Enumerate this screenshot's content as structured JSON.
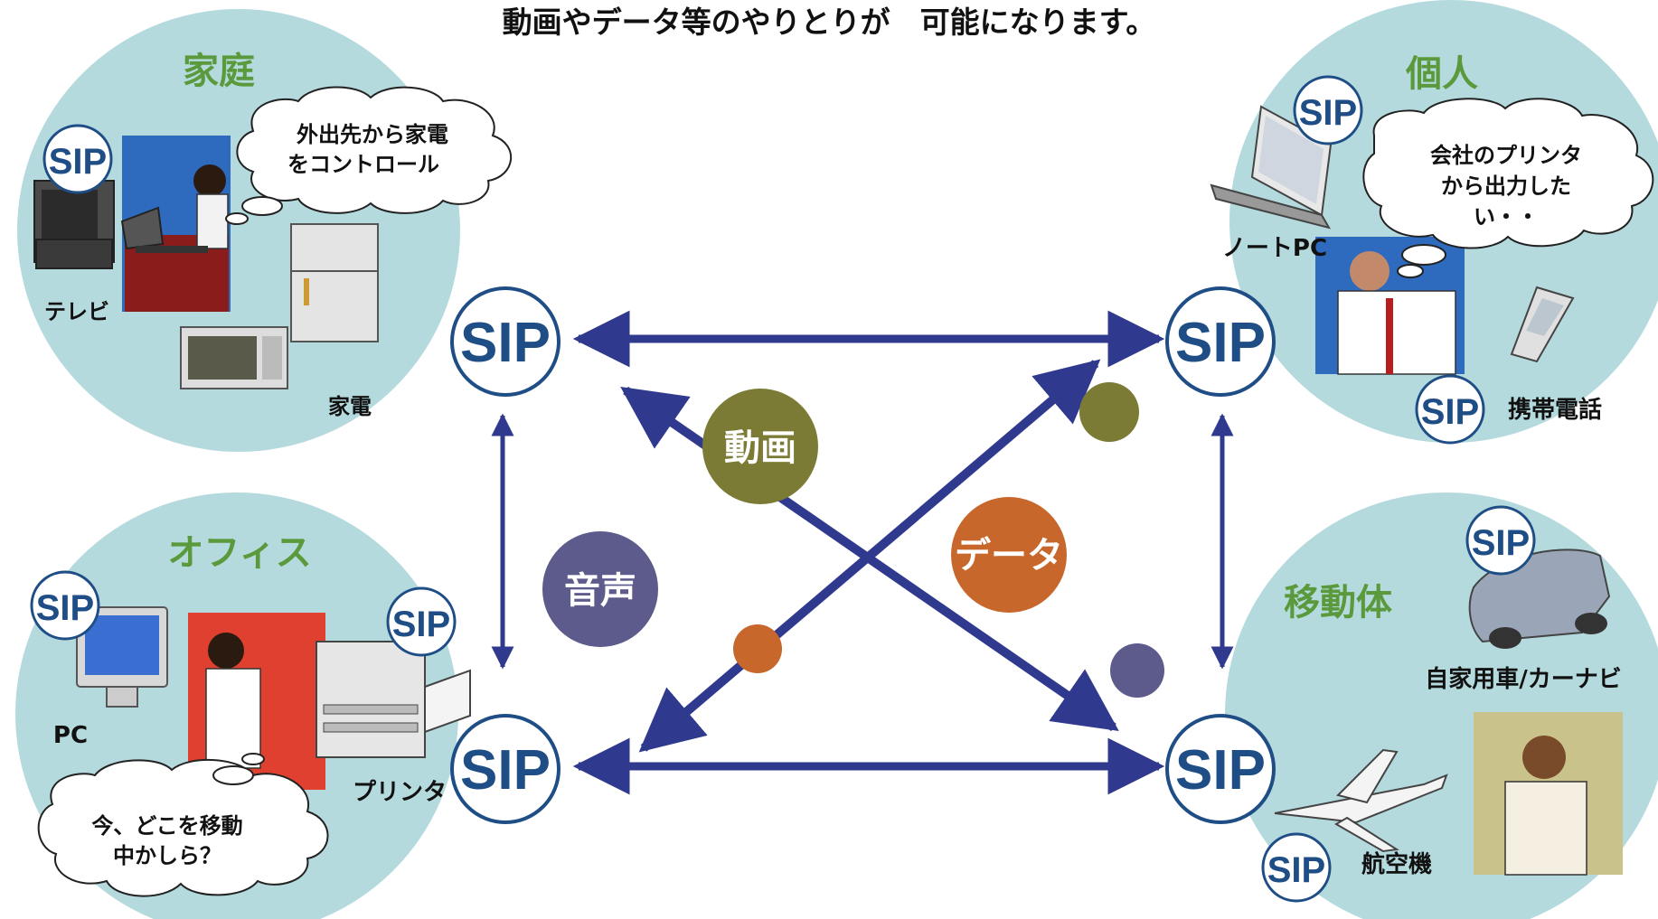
{
  "title": "動画やデータ等のやりとりが　可能になります。",
  "sip_label": "SIP",
  "groups": {
    "home": "家庭",
    "office": "オフィス",
    "personal": "個人",
    "mobile": "移動体"
  },
  "devices": {
    "tv": "テレビ",
    "appliance": "家電",
    "pc": "PC",
    "printer": "プリンタ",
    "notebook": "ノートPC",
    "mobile_phone": "携帯電話",
    "car": "自家用車/カーナビ",
    "airplane": "航空機"
  },
  "bubbles": {
    "home_line1": "外出先から家電",
    "home_line2": "をコントロール",
    "office_line1": "今、どこを移動",
    "office_line2": "中かしら？",
    "personal_line1": "会社のプリンタ",
    "personal_line2": "から出力した",
    "personal_line3": "い・・"
  },
  "media": {
    "video": "動画",
    "voice": "音声",
    "data": "データ"
  },
  "colors": {
    "circle_bg": "#b5dade",
    "arrow": "#2f3a8f",
    "video": "#7b7b35",
    "voice": "#5d5a8c",
    "data": "#c8672c",
    "group_text": "#5a9a3c",
    "sip_text": "#1f4e86"
  }
}
